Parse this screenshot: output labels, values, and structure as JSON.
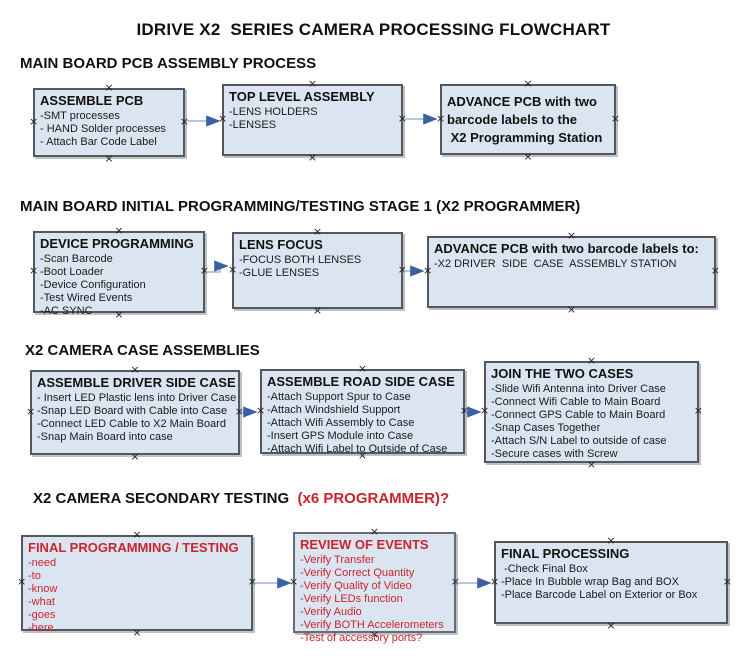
{
  "page_title": "IDRIVE X2  SERIES CAMERA PROCESSING FLOWCHART",
  "colors": {
    "box_fill": "#dbe5f1",
    "box_border": "#53585e",
    "arrow_line": "#9eb3cf",
    "arrow_head": "#3b5fa3",
    "red_text": "#c8252c",
    "black_text": "#111111"
  },
  "sections": [
    {
      "heading": "MAIN BOARD PCB ASSEMBLY PROCESS",
      "boxes": [
        {
          "title": "ASSEMBLE PCB",
          "items": [
            "-SMT processes",
            "- HAND Solder processes",
            "- Attach Bar Code Label"
          ]
        },
        {
          "title": "TOP LEVEL ASSEMBLY",
          "items": [
            "-LENS HOLDERS",
            "-LENSES"
          ]
        },
        {
          "title": "ADVANCE PCB with two\nbarcode labels to the\n X2 Programming Station",
          "items": []
        }
      ]
    },
    {
      "heading": "MAIN BOARD INITIAL PROGRAMMING/TESTING STAGE 1 (X2 PROGRAMMER)",
      "boxes": [
        {
          "title": "DEVICE PROGRAMMING",
          "items": [
            "-Scan Barcode",
            "-Boot Loader",
            "-Device Configuration",
            "-Test Wired Events",
            "-AC SYNC"
          ]
        },
        {
          "title": "LENS FOCUS",
          "items": [
            "-FOCUS BOTH LENSES",
            "-GLUE LENSES"
          ]
        },
        {
          "title": "ADVANCE PCB with two barcode labels to:",
          "items": [
            "-X2 DRIVER  SIDE  CASE  ASSEMBLY STATION"
          ]
        }
      ]
    },
    {
      "heading": "X2 CAMERA CASE ASSEMBLIES",
      "boxes": [
        {
          "title": "ASSEMBLE DRIVER SIDE CASE",
          "items": [
            "- Insert LED Plastic lens into Driver Case",
            "-Snap LED Board with Cable into Case",
            "-Connect LED Cable to X2 Main Board",
            "-Snap Main Board into case"
          ]
        },
        {
          "title": "ASSEMBLE ROAD SIDE CASE",
          "items": [
            "-Attach Support Spur to Case",
            "-Attach Windshield Support",
            "-Attach Wifi Assembly to Case",
            "-Insert GPS Module into Case",
            "-Attach Wifi Label to Outside of Case"
          ]
        },
        {
          "title": "JOIN THE TWO CASES",
          "items": [
            "-Slide Wifi Antenna into Driver Case",
            "-Connect Wifi Cable to Main Board",
            "-Connect GPS Cable to Main Board",
            "-Snap Cases Together",
            "-Attach S/N Label to outside of case",
            "-Secure cases with Screw"
          ]
        }
      ]
    },
    {
      "heading": "X2 CAMERA SECONDARY TESTING ",
      "heading_red": " (x6 PROGRAMMER)?",
      "boxes": [
        {
          "title": "FINAL PROGRAMMING / TESTING",
          "items": [
            "-need",
            "-to",
            "-know",
            "-what",
            "-goes",
            "-here"
          ]
        },
        {
          "title": "REVIEW OF EVENTS",
          "items": [
            "-Verify Transfer",
            "-Verify Correct Quantity",
            "-Verify Quality of Video",
            "-Verify LEDs function",
            "-Verify Audio",
            "-Verify BOTH Accelerometers",
            "-Test of accessory ports?"
          ]
        },
        {
          "title": "FINAL PROCESSING",
          "items": [
            " -Check Final Box",
            "-Place In Bubble wrap Bag and BOX",
            "-Place Barcode Label on Exterior or Box"
          ]
        }
      ]
    }
  ]
}
